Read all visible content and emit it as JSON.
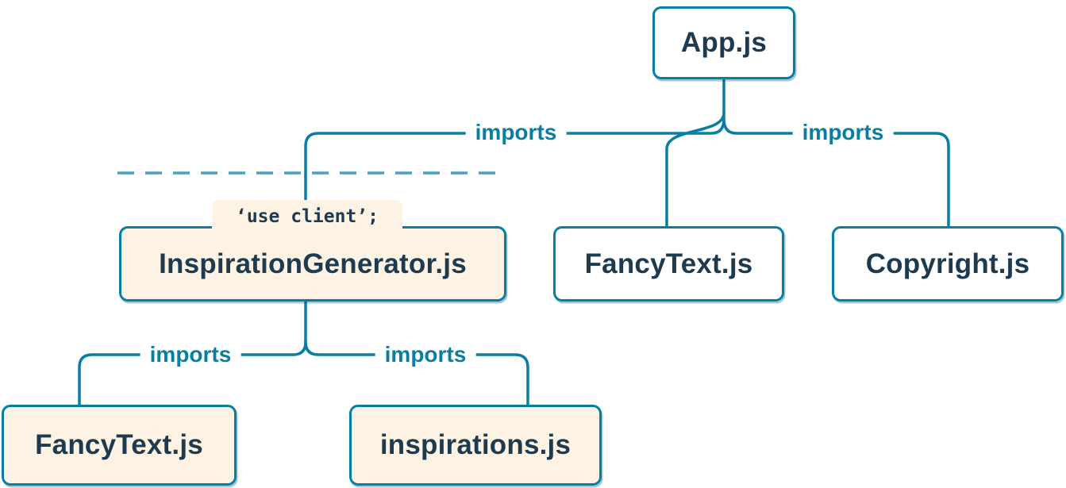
{
  "colors": {
    "background": "#FFFFFF",
    "edgeColor": "#087EA4",
    "boundaryDash": "#4E9FC1",
    "importsLabelColor": "#087EA4",
    "nodeBorder": "#087EA4",
    "nodeText": "#1E3A4F",
    "serverNodeBg": "#FFFFFF",
    "clientNodeBg": "#FDF3E4"
  },
  "nodes": {
    "app": {
      "label": "App.js"
    },
    "inspirationGenerator": {
      "label": "InspirationGenerator.js",
      "directive": "‘use client’;"
    },
    "fancyTextTop": {
      "label": "FancyText.js"
    },
    "copyright": {
      "label": "Copyright.js"
    },
    "fancyTextBottom": {
      "label": "FancyText.js"
    },
    "inspirations": {
      "label": "inspirations.js"
    }
  },
  "edges": {
    "appToInspirationGenerator": {
      "label": "imports"
    },
    "appToFancyText": {
      "label": ""
    },
    "appToCopyright": {
      "label": "imports"
    },
    "generatorToFancyTextBottom": {
      "label": "imports"
    },
    "generatorToInspirations": {
      "label": "imports"
    }
  }
}
